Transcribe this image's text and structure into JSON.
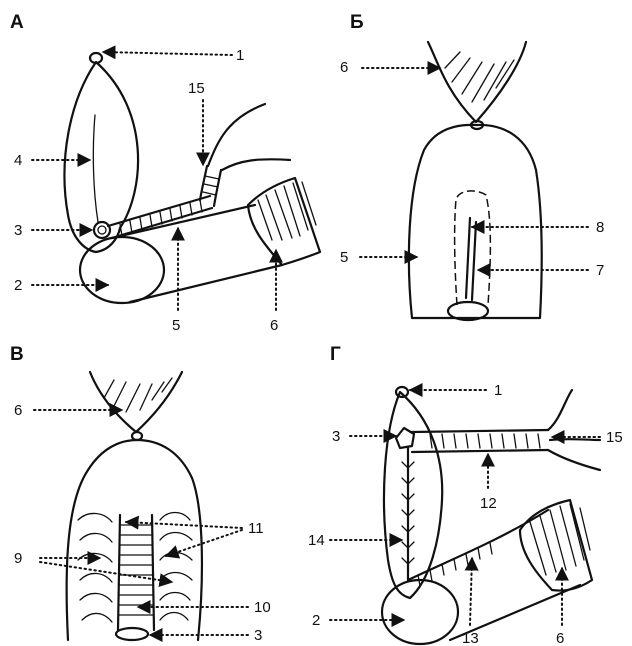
{
  "panels": {
    "a": {
      "letter": "А",
      "labels": {
        "l1": "1",
        "l15": "15",
        "l4": "4",
        "l3": "3",
        "l2": "2",
        "l5": "5",
        "l6": "6"
      }
    },
    "b": {
      "letter": "Б",
      "labels": {
        "l6": "6",
        "l8": "8",
        "l5": "5",
        "l7": "7"
      }
    },
    "v": {
      "letter": "В",
      "labels": {
        "l6": "6",
        "l11": "11",
        "l9": "9",
        "l10": "10",
        "l3": "3"
      }
    },
    "g": {
      "letter": "Г",
      "labels": {
        "l1": "1",
        "l3": "3",
        "l15": "15",
        "l12": "12",
        "l14": "14",
        "l2": "2",
        "l13": "13",
        "l6": "6"
      }
    }
  }
}
